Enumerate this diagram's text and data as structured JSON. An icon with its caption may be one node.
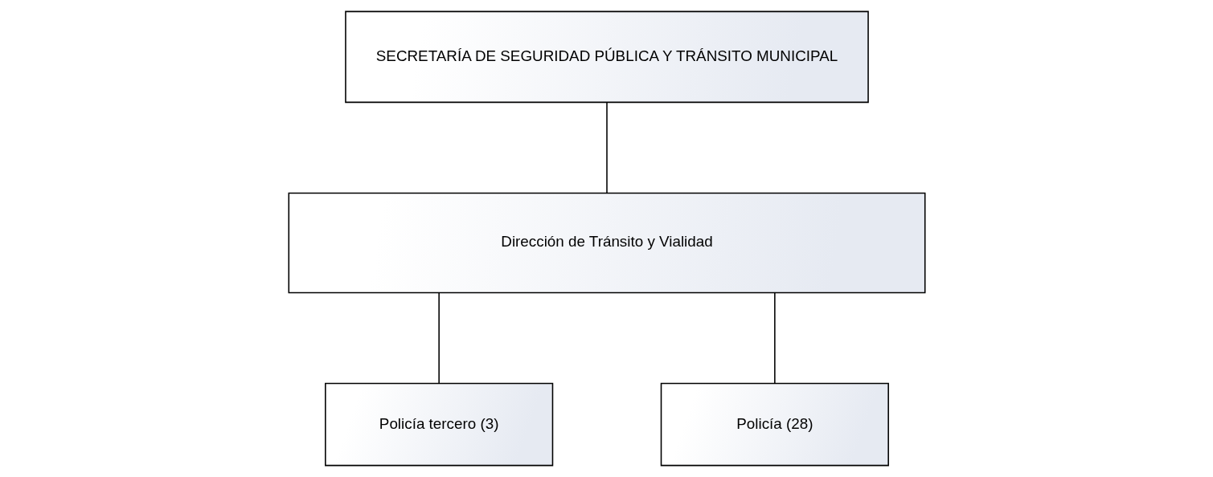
{
  "diagram": {
    "nodes": [
      {
        "text": [
          "SECRETARÍA DE SEGURIDAD PÚBLICA Y TRÁNSITO MUNICIPAL"
        ]
      },
      {
        "text": [
          "Dirección de Tránsito y Vialidad"
        ]
      },
      {
        "text": [
          "Policía tercero (3)"
        ]
      },
      {
        "text": [
          "Policía (28)"
        ]
      }
    ],
    "edges": [
      {
        "from": 0,
        "to": 1,
        "arrow": "none"
      },
      {
        "from": 1,
        "to": 2,
        "arrow": "none"
      },
      {
        "from": 1,
        "to": 3,
        "arrow": "none"
      }
    ]
  }
}
